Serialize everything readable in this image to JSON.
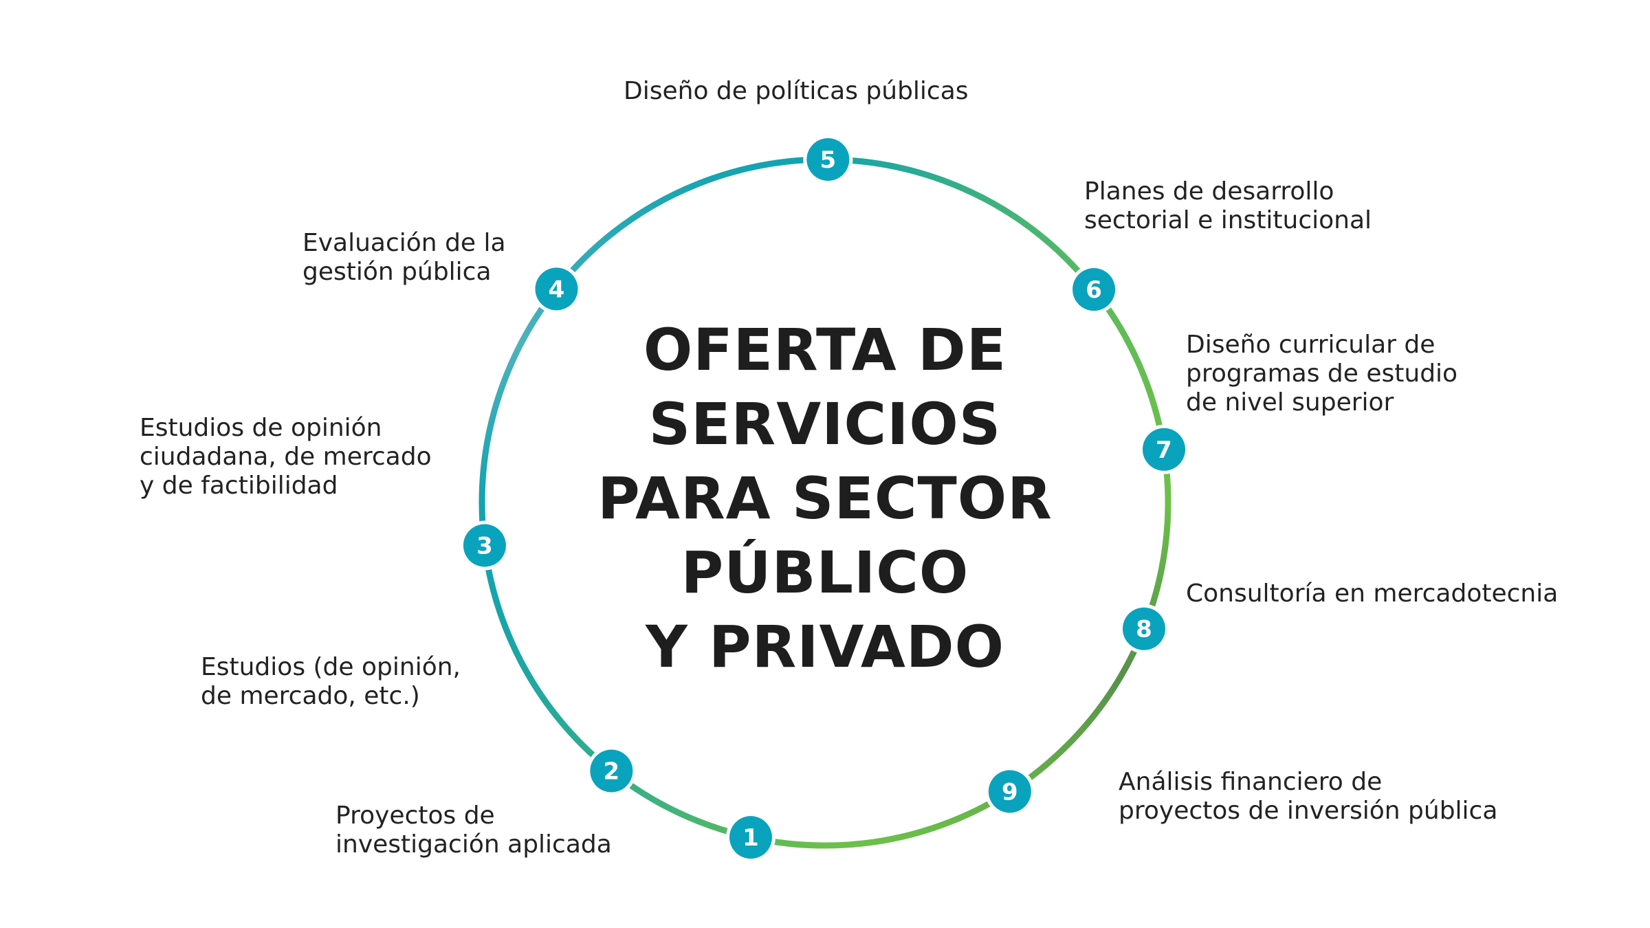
{
  "diagram": {
    "title_lines": [
      "OFERTA DE",
      "SERVICIOS",
      "PARA SECTOR",
      "PÚBLICO",
      "Y PRIVADO"
    ],
    "colors": {
      "node_fill": "#0aa3bd",
      "ring_teal": "#12a3b0",
      "ring_light_blue": "#4db2bd",
      "ring_green": "#6cc04a",
      "ring_dark_green": "#57914b",
      "title_text": "#1e1e1e",
      "label_text": "#222222"
    },
    "nodes": [
      {
        "number": "1",
        "lines": [
          "Proyectos de",
          "investigación aplicada"
        ]
      },
      {
        "number": "2",
        "lines": [
          "Estudios (de opinión,",
          "de mercado, etc.)"
        ]
      },
      {
        "number": "3",
        "lines": [
          "Estudios de opinión",
          "ciudadana, de mercado",
          "y de factibilidad"
        ]
      },
      {
        "number": "4",
        "lines": [
          "Evaluación de la",
          "gestión pública"
        ]
      },
      {
        "number": "5",
        "lines": [
          "Diseño de políticas públicas"
        ]
      },
      {
        "number": "6",
        "lines": [
          "Planes de desarrollo",
          "sectorial e institucional"
        ]
      },
      {
        "number": "7",
        "lines": [
          "Diseño curricular de",
          "programas de estudio",
          "de nivel superior"
        ]
      },
      {
        "number": "8",
        "lines": [
          "Consultoría en mercadotecnia"
        ]
      },
      {
        "number": "9",
        "lines": [
          "Análisis financiero de",
          "proyectos de inversión pública"
        ]
      }
    ]
  }
}
